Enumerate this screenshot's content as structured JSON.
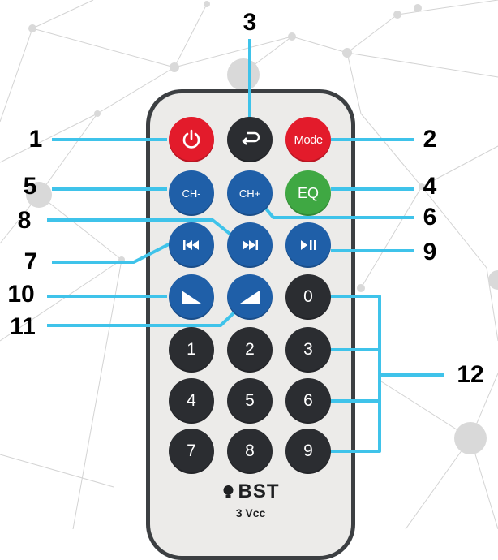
{
  "callouts": [
    "1",
    "2",
    "3",
    "4",
    "5",
    "6",
    "7",
    "8",
    "9",
    "10",
    "11",
    "12"
  ],
  "buttons": {
    "power": {
      "icon": "power-icon"
    },
    "back": {
      "icon": "return-arrow-icon"
    },
    "mode": {
      "label": "Mode"
    },
    "ch_minus": {
      "label": "CH-"
    },
    "ch_plus": {
      "label": "CH+"
    },
    "eq": {
      "label": "EQ"
    },
    "prev": {
      "icon": "skip-previous-icon"
    },
    "next": {
      "icon": "skip-next-icon"
    },
    "play_pause": {
      "icon": "play-pause-icon"
    },
    "vol_down": {
      "icon": "volume-down-icon"
    },
    "vol_up": {
      "icon": "volume-up-icon"
    },
    "digits": [
      "0",
      "1",
      "2",
      "3",
      "4",
      "5",
      "6",
      "7",
      "8",
      "9"
    ]
  },
  "brand": {
    "name": "BST",
    "voltage": "3 Vcc"
  },
  "colors": {
    "power": "#e31b2b",
    "mode": "#e31b2b",
    "control": "#1f5fa8",
    "eq": "#3fa843",
    "number": "#2b2d31",
    "callout_line": "#3fc3ea",
    "body": "#ecebe9",
    "border": "#3c3f42"
  }
}
